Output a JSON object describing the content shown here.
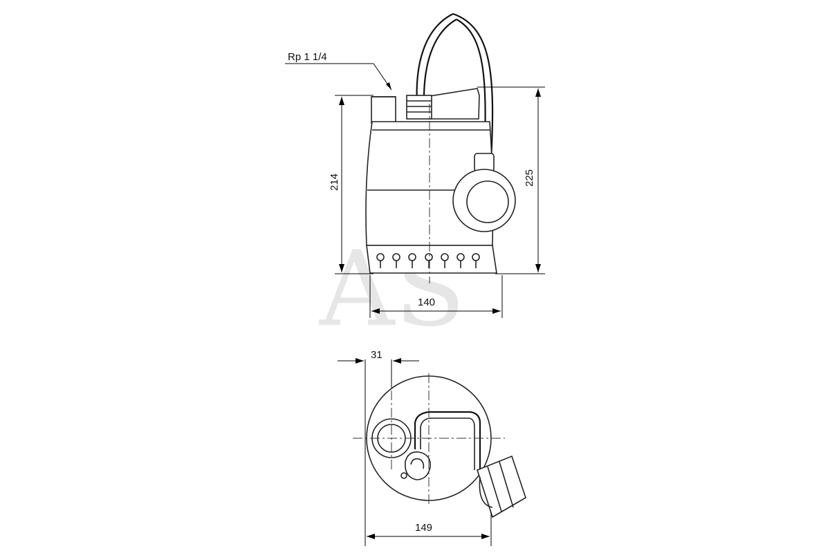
{
  "drawing": {
    "type": "technical-drawing",
    "subject": "submersible pump with float switch",
    "watermark": "AS",
    "side_view": {
      "thread_callout": "Rp 1 1/4",
      "dim_height_body": "214",
      "dim_height_total": "225",
      "dim_width_body": "140"
    },
    "top_view": {
      "dim_outlet_offset": "31",
      "dim_width_total": "149"
    }
  }
}
